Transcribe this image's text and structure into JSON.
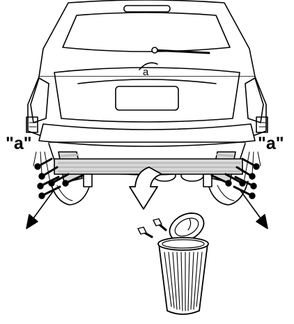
{
  "diagram": {
    "emblem_letter": "a",
    "callout_left": "\"a\"",
    "callout_right": "\"a\"",
    "colors": {
      "line": "#000000",
      "paper": "#ffffff",
      "bar_fill": "#d9d9d9",
      "bar_stripe": "#bdbdbd",
      "arrow_fill": "#ffffff"
    },
    "icons": [
      "car-rear-outline",
      "removal-arrow-icon",
      "trash-can-icon",
      "bolt-icon",
      "direction-arrow-icon"
    ]
  }
}
